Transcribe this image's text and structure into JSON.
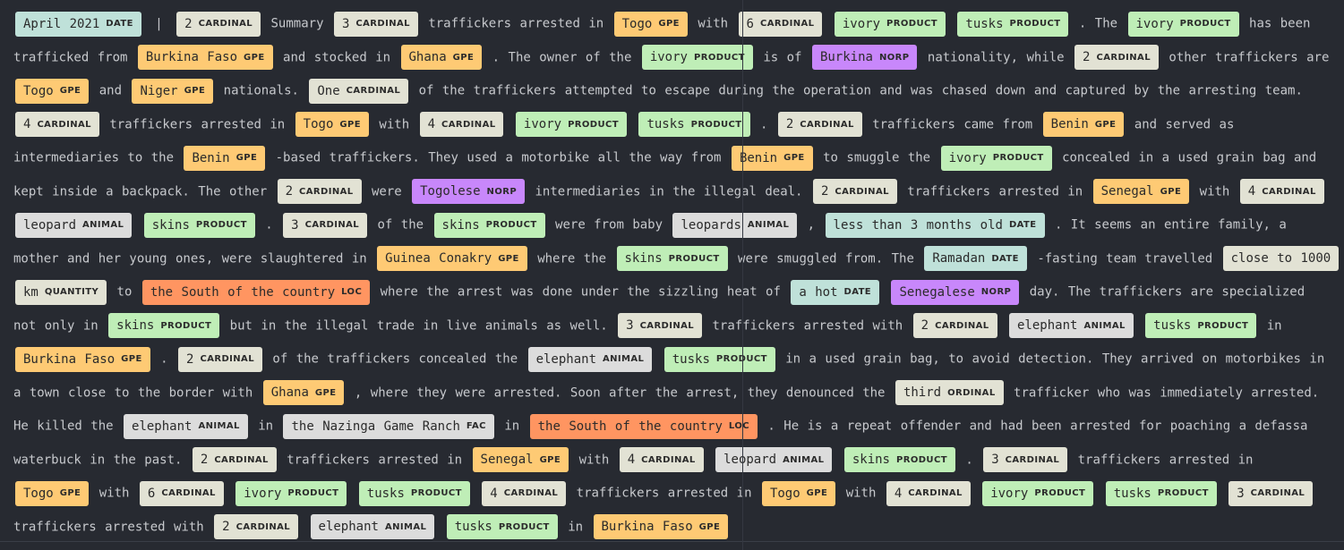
{
  "label_colors": {
    "DATE": "#bfe1d9",
    "CARDINAL": "#e2e2d4",
    "ORDINAL": "#e2e2d4",
    "GPE": "#feca74",
    "PRODUCT": "#bfeeb7",
    "NORP": "#c887fb",
    "ANIMAL": "#dcdcdc",
    "QUANTITY": "#e2e2d4",
    "LOC": "#ff9561",
    "FAC": "#dcdcdc"
  },
  "tokens": [
    {
      "e": "April 2021",
      "l": "DATE"
    },
    {
      "s": "|"
    },
    {
      "e": "2",
      "l": "CARDINAL"
    },
    {
      "t": "Summary"
    },
    {
      "e": "3",
      "l": "CARDINAL"
    },
    {
      "t": "traffickers arrested in"
    },
    {
      "e": "Togo",
      "l": "GPE"
    },
    {
      "t": "with"
    },
    {
      "e": "6",
      "l": "CARDINAL"
    },
    {
      "e": "ivory",
      "l": "PRODUCT"
    },
    {
      "e": "tusks",
      "l": "PRODUCT"
    },
    {
      "t": ". The"
    },
    {
      "e": "ivory",
      "l": "PRODUCT"
    },
    {
      "t": "has been trafficked from"
    },
    {
      "e": "Burkina Faso",
      "l": "GPE"
    },
    {
      "t": "and stocked in"
    },
    {
      "e": "Ghana",
      "l": "GPE"
    },
    {
      "t": ". The owner of the"
    },
    {
      "e": "ivory",
      "l": "PRODUCT"
    },
    {
      "t": "is of"
    },
    {
      "e": "Burkina",
      "l": "NORP"
    },
    {
      "t": "nationality, while"
    },
    {
      "e": "2",
      "l": "CARDINAL"
    },
    {
      "t": "other traffickers are"
    },
    {
      "e": "Togo",
      "l": "GPE"
    },
    {
      "t": "and"
    },
    {
      "e": "Niger",
      "l": "GPE"
    },
    {
      "t": "nationals."
    },
    {
      "e": "One",
      "l": "CARDINAL"
    },
    {
      "t": "of the traffickers attempted to escape during the operation and was chased down and captured by the arresting team."
    },
    {
      "e": "4",
      "l": "CARDINAL"
    },
    {
      "t": "traffickers arrested in"
    },
    {
      "e": "Togo",
      "l": "GPE"
    },
    {
      "t": "with"
    },
    {
      "e": "4",
      "l": "CARDINAL"
    },
    {
      "e": "ivory",
      "l": "PRODUCT"
    },
    {
      "e": "tusks",
      "l": "PRODUCT"
    },
    {
      "t": "."
    },
    {
      "e": "2",
      "l": "CARDINAL"
    },
    {
      "t": "traffickers came from"
    },
    {
      "e": "Benin",
      "l": "GPE"
    },
    {
      "t": "and served as intermediaries to the"
    },
    {
      "e": "Benin",
      "l": "GPE"
    },
    {
      "t": "-based traffickers. They used a motorbike all the way from"
    },
    {
      "e": "Benin",
      "l": "GPE"
    },
    {
      "t": "to smuggle the"
    },
    {
      "e": "ivory",
      "l": "PRODUCT"
    },
    {
      "t": "concealed in a used grain bag and kept inside a backpack. The other"
    },
    {
      "e": "2",
      "l": "CARDINAL"
    },
    {
      "t": "were"
    },
    {
      "e": "Togolese",
      "l": "NORP"
    },
    {
      "t": "intermediaries in the illegal deal."
    },
    {
      "e": "2",
      "l": "CARDINAL"
    },
    {
      "t": "traffickers arrested in"
    },
    {
      "e": "Senegal",
      "l": "GPE"
    },
    {
      "t": "with"
    },
    {
      "e": "4",
      "l": "CARDINAL"
    },
    {
      "e": "leopard",
      "l": "ANIMAL"
    },
    {
      "e": "skins",
      "l": "PRODUCT"
    },
    {
      "t": "."
    },
    {
      "e": "3",
      "l": "CARDINAL"
    },
    {
      "t": "of the"
    },
    {
      "e": "skins",
      "l": "PRODUCT"
    },
    {
      "t": "were from baby"
    },
    {
      "e": "leopards",
      "l": "ANIMAL"
    },
    {
      "t": ","
    },
    {
      "e": "less than 3 months old",
      "l": "DATE"
    },
    {
      "t": ". It seems an entire family, a mother and her young ones, were slaughtered in"
    },
    {
      "e": "Guinea Conakry",
      "l": "GPE"
    },
    {
      "t": "where the"
    },
    {
      "e": "skins",
      "l": "PRODUCT"
    },
    {
      "t": "were smuggled from. The"
    },
    {
      "e": "Ramadan",
      "l": "DATE"
    },
    {
      "t": "-fasting team travelled"
    },
    {
      "e": "close to 1000 km",
      "l": "QUANTITY"
    },
    {
      "t": "to"
    },
    {
      "e": "the South of the country",
      "l": "LOC"
    },
    {
      "t": "where the arrest was done under the sizzling heat of"
    },
    {
      "e": "a hot",
      "l": "DATE"
    },
    {
      "e": "Senegalese",
      "l": "NORP"
    },
    {
      "t": "day. The traffickers are specialized not only in"
    },
    {
      "e": "skins",
      "l": "PRODUCT"
    },
    {
      "t": "but in the illegal trade in live animals as well."
    },
    {
      "e": "3",
      "l": "CARDINAL"
    },
    {
      "t": "traffickers arrested with"
    },
    {
      "e": "2",
      "l": "CARDINAL"
    },
    {
      "e": "elephant",
      "l": "ANIMAL"
    },
    {
      "e": "tusks",
      "l": "PRODUCT"
    },
    {
      "t": "in"
    },
    {
      "e": "Burkina Faso",
      "l": "GPE"
    },
    {
      "t": "."
    },
    {
      "e": "2",
      "l": "CARDINAL"
    },
    {
      "t": "of the traffickers concealed the"
    },
    {
      "e": "elephant",
      "l": "ANIMAL"
    },
    {
      "e": "tusks",
      "l": "PRODUCT"
    },
    {
      "t": "in a used grain bag, to avoid detection. They arrived on motorbikes in a town close to the border with"
    },
    {
      "e": "Ghana",
      "l": "GPE"
    },
    {
      "t": ", where they were arrested. Soon after the arrest, they denounced the"
    },
    {
      "e": "third",
      "l": "ORDINAL"
    },
    {
      "t": "trafficker who was immediately arrested. He killed the"
    },
    {
      "e": "elephant",
      "l": "ANIMAL"
    },
    {
      "t": "in"
    },
    {
      "e": "the Nazinga Game Ranch",
      "l": "FAC"
    },
    {
      "t": "in"
    },
    {
      "e": "the South of the country",
      "l": "LOC"
    },
    {
      "t": ". He is a repeat offender and had been arrested for poaching a defassa waterbuck in the past."
    },
    {
      "e": "2",
      "l": "CARDINAL"
    },
    {
      "t": "traffickers arrested in"
    },
    {
      "e": "Senegal",
      "l": "GPE"
    },
    {
      "t": "with"
    },
    {
      "e": "4",
      "l": "CARDINAL"
    },
    {
      "e": "leopard",
      "l": "ANIMAL"
    },
    {
      "e": "skins",
      "l": "PRODUCT"
    },
    {
      "t": "."
    },
    {
      "e": "3",
      "l": "CARDINAL"
    },
    {
      "t": "traffickers arrested in"
    },
    {
      "e": "Togo",
      "l": "GPE"
    },
    {
      "t": "with"
    },
    {
      "e": "6",
      "l": "CARDINAL"
    },
    {
      "e": "ivory",
      "l": "PRODUCT"
    },
    {
      "e": "tusks",
      "l": "PRODUCT"
    },
    {
      "e": "4",
      "l": "CARDINAL"
    },
    {
      "t": "traffickers arrested in"
    },
    {
      "e": "Togo",
      "l": "GPE"
    },
    {
      "t": "with"
    },
    {
      "e": "4",
      "l": "CARDINAL"
    },
    {
      "e": "ivory",
      "l": "PRODUCT"
    },
    {
      "e": "tusks",
      "l": "PRODUCT"
    },
    {
      "e": "3",
      "l": "CARDINAL"
    },
    {
      "t": "traffickers arrested with"
    },
    {
      "e": "2",
      "l": "CARDINAL"
    },
    {
      "e": "elephant",
      "l": "ANIMAL"
    },
    {
      "e": "tusks",
      "l": "PRODUCT"
    },
    {
      "t": "in"
    },
    {
      "e": "Burkina Faso",
      "l": "GPE"
    }
  ]
}
